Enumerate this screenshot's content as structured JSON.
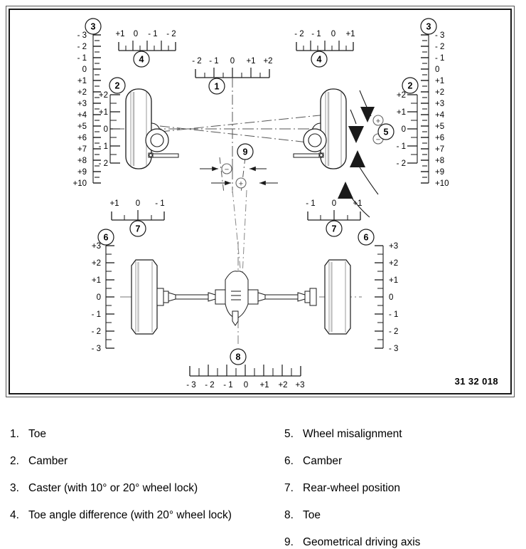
{
  "figure": {
    "part_number": "31 32 018",
    "callouts": [
      "1",
      "2",
      "3",
      "4",
      "5",
      "6",
      "7",
      "8",
      "9"
    ]
  },
  "legend": {
    "left": [
      {
        "num": "1.",
        "text": "Toe"
      },
      {
        "num": "2.",
        "text": "Camber"
      },
      {
        "num": "3.",
        "text": "Caster (with 10° or 20° wheel lock)"
      },
      {
        "num": "4.",
        "text": "Toe angle difference (with 20° wheel lock)"
      }
    ],
    "right": [
      {
        "num": "5.",
        "text": "Wheel misalignment"
      },
      {
        "num": "6.",
        "text": "Camber"
      },
      {
        "num": "7.",
        "text": "Rear-wheel position"
      },
      {
        "num": "8.",
        "text": "Toe"
      },
      {
        "num": "9.",
        "text": "Geometrical driving axis"
      }
    ]
  },
  "scales": {
    "caster_left": {
      "callout": "3",
      "orientation": "vertical",
      "labels": [
        "- 3",
        "- 2",
        "- 1",
        "0",
        "+1",
        "+2",
        "+3",
        "+4",
        "+5",
        "+6",
        "+7",
        "+8",
        "+9",
        "+10"
      ]
    },
    "caster_right": {
      "callout": "3",
      "orientation": "vertical",
      "labels": [
        "- 3",
        "- 2",
        "- 1",
        "0",
        "+1",
        "+2",
        "+3",
        "+4",
        "+5",
        "+6",
        "+7",
        "+8",
        "+9",
        "+10"
      ]
    },
    "camber_front_left": {
      "callout": "2",
      "orientation": "vertical",
      "labels": [
        "+2",
        "+1",
        "0",
        "- 1",
        "- 2"
      ]
    },
    "camber_front_right": {
      "callout": "2",
      "orientation": "vertical",
      "labels": [
        "+2",
        "+1",
        "0",
        "- 1",
        "- 2"
      ]
    },
    "toe_angle_diff_left": {
      "callout": "4",
      "orientation": "horizontal",
      "labels": [
        "+1",
        "0",
        "- 1",
        "- 2"
      ]
    },
    "toe_angle_diff_right": {
      "callout": "4",
      "orientation": "horizontal",
      "labels": [
        "- 2",
        "- 1",
        "0",
        "+1"
      ]
    },
    "toe_front": {
      "callout": "1",
      "orientation": "horizontal",
      "labels": [
        "- 2",
        "- 1",
        "0",
        "+1",
        "+2"
      ]
    },
    "rear_wheel_position_left": {
      "callout": "7",
      "orientation": "horizontal",
      "labels": [
        "+1",
        "0",
        "- 1"
      ]
    },
    "rear_wheel_position_right": {
      "callout": "7",
      "orientation": "horizontal",
      "labels": [
        "- 1",
        "0",
        "+1"
      ]
    },
    "camber_rear_left": {
      "callout": "6",
      "orientation": "vertical",
      "labels": [
        "+3",
        "+2",
        "+1",
        "0",
        "- 1",
        "- 2",
        "- 3"
      ]
    },
    "camber_rear_right": {
      "callout": "6",
      "orientation": "vertical",
      "labels": [
        "+3",
        "+2",
        "+1",
        "0",
        "- 1",
        "- 2",
        "- 3"
      ]
    },
    "toe_rear": {
      "callout": "8",
      "orientation": "horizontal",
      "labels": [
        "- 3",
        "- 2",
        "- 1",
        "0",
        "+1",
        "+2",
        "+3"
      ]
    }
  },
  "markers": {
    "misalignment": {
      "callout": "5",
      "plus": "+",
      "minus": "−"
    },
    "driving_axis": {
      "callout": "9",
      "plus": "+",
      "minus": "−"
    }
  },
  "colors": {
    "line": "#1a1a1a",
    "frame": "#1a1a1a",
    "centerline": "#555555",
    "tire_fill": "#ffffff",
    "shade": "#d8d8d8"
  }
}
